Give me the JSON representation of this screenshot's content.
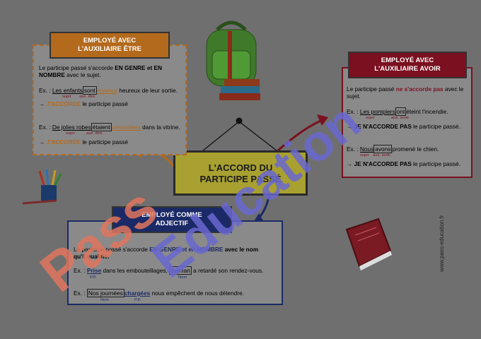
{
  "center": {
    "title_line1": "L'ACCORD DU",
    "title_line2": "PARTICIPE PASSÉ"
  },
  "etre": {
    "header_line1": "EMPLOYÉ AVEC",
    "header_line2": "L'AUXILIAIRE ÊTRE",
    "rule_a": "Le participe passé s'accorde ",
    "rule_b": "EN GENRE et EN",
    "rule_c": "NOMBRE",
    "rule_d": " avec le sujet.",
    "ex1_prefix": "Ex. : ",
    "ex1_subject": "Les enfants",
    "ex1_aux": "sont",
    "ex1_pp": "revenus",
    "ex1_rest": " heureux de leur sortie.",
    "ex1_label_sujet": "sujet",
    "ex1_label_aux": "aux. être",
    "conclusion1_arrow": "→ ",
    "conclusion1_bold": "J'ACCORDE",
    "conclusion1_rest": " le participe passé",
    "ex2_prefix": "Ex. : ",
    "ex2_subject": "De jolies robes",
    "ex2_aux": "étaient",
    "ex2_pp": "présentées",
    "ex2_rest": " dans la vitrine.",
    "ex2_label_sujet": "sujet",
    "ex2_label_aux": "aux. être",
    "conclusion2_arrow": "→ ",
    "conclusion2_bold": "J'ACCORDE",
    "conclusion2_rest": " le participe passé"
  },
  "avoir": {
    "header_line1": "EMPLOYÉ AVEC",
    "header_line2": "L'AUXILIAIRE AVOIR",
    "rule_a": "Le participe passé ",
    "rule_b": "ne s'accorde pas",
    "rule_c": " avec le",
    "rule_d": "sujet.",
    "ex1_prefix": "Ex. : ",
    "ex1_subject": "Les pompiers",
    "ex1_aux": "ont",
    "ex1_pp": "éteint",
    "ex1_rest": " l'incendie.",
    "ex1_label_sujet": "sujet",
    "ex1_label_aux": "aux. avoir",
    "conclusion1_arrow": "→ ",
    "conclusion1_bold": "JE N'ACCORDE PAS",
    "conclusion1_rest": " le participe passé.",
    "ex2_prefix": "Ex. : ",
    "ex2_subject": "Nous",
    "ex2_aux": "avons",
    "ex2_pp": "promené",
    "ex2_rest": " le chien.",
    "ex2_label_sujet": "sujet",
    "ex2_label_aux": "aux. avoir",
    "conclusion2_arrow": "→ ",
    "conclusion2_bold": "JE N'ACCORDE PAS",
    "conclusion2_rest": " le participe passé."
  },
  "adjectif": {
    "header_line1": "EMPLOYÉ COMME",
    "header_line2": "ADJECTIF",
    "rule_a": "Le participe passé s'accorde ",
    "rule_b": "EN GENRE et en NOMBRE",
    "rule_c": " avec le nom",
    "rule_d": "qu'il qualifie.",
    "ex1_prefix": "Ex. : ",
    "ex1_pp": "Prise",
    "ex1_mid": " dans les embouteillages, ",
    "ex1_nom": "maman",
    "ex1_rest": " a retardé son rendez-vous.",
    "ex1_label_pp": "P.P.",
    "ex1_label_nom": "Nom",
    "ex2_prefix": "Ex. : ",
    "ex2_nom": "Nos journées",
    "ex2_pp": "chargées",
    "ex2_rest": " nous empêchent de nous détendre.",
    "ex2_label_nom": "Nom",
    "ex2_label_pp": "P.P."
  },
  "side_url": "www.pass-education.fr",
  "watermark": {
    "text_main": "Pass",
    "text_blue": "Education"
  },
  "colors": {
    "orange": "#b36a1c",
    "red": "#7a1020",
    "blue": "#1b2a66",
    "olive": "#a8a030",
    "background": "#6f6f6f"
  }
}
